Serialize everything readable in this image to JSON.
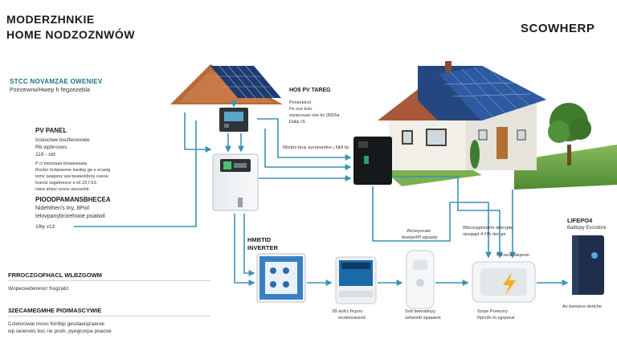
{
  "header": {
    "title_line1": "MODERZHNKIE",
    "title_line2": "HOME NODZOZNWÓW",
    "brand": "SCOWHERP"
  },
  "left": {
    "subtitle_teal": "STCC NOVAMZAE OWENIEV",
    "subtitle_text": "Pzezewrw/Hwep fı fegzezebla",
    "pv_title": "PV PANEL",
    "pv_lines": [
      "Icskoclwe bsclfeoovwte",
      "Rb wpbroows",
      "119 - ±ld"
    ],
    "pv_desc": [
      "P ci monzaaa bosaweiaaa",
      "Rocbrr hrdaowsne toedep ge e ecaoig",
      "tomz seapenz ww beaterkbroy ceeoe",
      "koeviz ssgetoesce e eli 23 f.SS",
      "rwne ahtoz cesos weceetrtr"
    ],
    "bat_title": "PIOODPAMANSBHECEA",
    "bat_lines": [
      "Nidehthen's tny, 8Piol",
      "Ielovpanybrorehooe psiatwil"
    ],
    "bat_range": "18ly v13",
    "sec1_title": "FRROCZGOFHACL WLBZGOWM",
    "sec1_text": "Wopeceeberencr fregzatiz",
    "sec2_title": "32ECAMEGMHE PIOIMASCYWIE",
    "sec2_lines": [
      "Ccletociwal moso foirtbip gesdaeiqzaaroe",
      "wp iaoerves bsc ne posh. pyegcorpa poaose"
    ]
  },
  "labels": {
    "hp_title": "HO$ PV TAREG",
    "hp_lines": [
      "Pnnsepicol",
      "Pe oce kclo",
      "sonecouse soe bc (R5/5a",
      "Dalip c5"
    ],
    "flow_label": "Rbcbrs bruy ayceparidve ¡ 6&fi by",
    "hybrid_title": "HMBTID",
    "hybrid_sub": "INVERTER",
    "inverter_label_1": "1B aufcc frcpoo",
    "inverter_label_2": "wcotsorassod",
    "heater_label_1": "Wcneyocato",
    "heater_label_2": "bewrjerf/fl sgoaaty",
    "tank_label_1": "Sob bewraduyy",
    "tank_label_2": "seheoeb sgaaaeis",
    "wallbox_label_1": "Wbcocpphsdem drierspte",
    "wallbox_label_2": "uissgapt 4↗Љ dec ge",
    "wallbox_inner": "Pinnacsn alepeoin",
    "charger_label_1": "Szrpe Porecory",
    "charger_label_2": "Rpcrdo to ugrpzeal",
    "battery_title": "LIFEPO4",
    "battery_sub": "Baittopy Evcodore",
    "battery_label": "Ao bsnoece dertche"
  },
  "colors": {
    "arrow": "#3a93b4",
    "roof": "#b56a3a",
    "panel": "#1f3a6e",
    "house_wall": "#f1efe8",
    "grass": "#6fa84a",
    "teal_text": "#1d6f88"
  },
  "icons": [
    "solar-panel-icon",
    "house-icon",
    "inverter-icon",
    "battery-icon",
    "charger-icon",
    "tree-icon",
    "lightning-icon"
  ]
}
